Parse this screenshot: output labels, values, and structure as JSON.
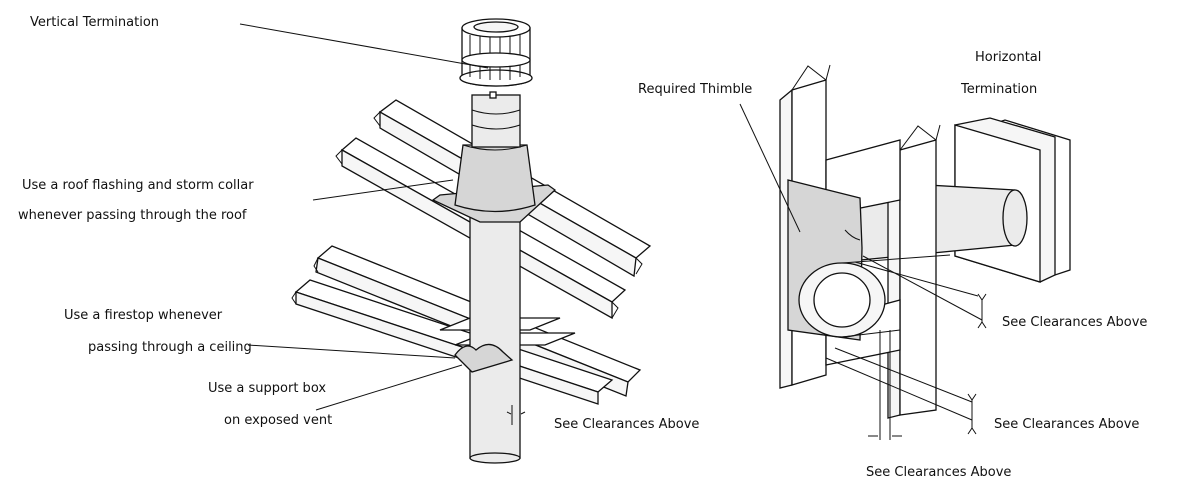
{
  "labels": {
    "vertical_termination": "Vertical Termination",
    "roof_flashing_1": "Use a roof flashing and storm collar",
    "roof_flashing_2": "whenever passing through the roof",
    "firestop_1": "Use a firestop whenever",
    "firestop_2": "passing through a ceiling",
    "support_box_1": "Use a support box",
    "support_box_2": "on exposed vent",
    "clearance_vertical": "See Clearances Above",
    "required_thimble": "Required Thimble",
    "horizontal_termination_1": "Horizontal",
    "horizontal_termination_2": "Termination",
    "clearance_right_top": "See Clearances Above",
    "clearance_right_mid": "See Clearances Above",
    "clearance_right_bottom": "See Clearances Above"
  },
  "colors": {
    "line": "#111111",
    "pipe_fill": "#ebebeb",
    "flashing_fill": "#d6d6d6"
  }
}
